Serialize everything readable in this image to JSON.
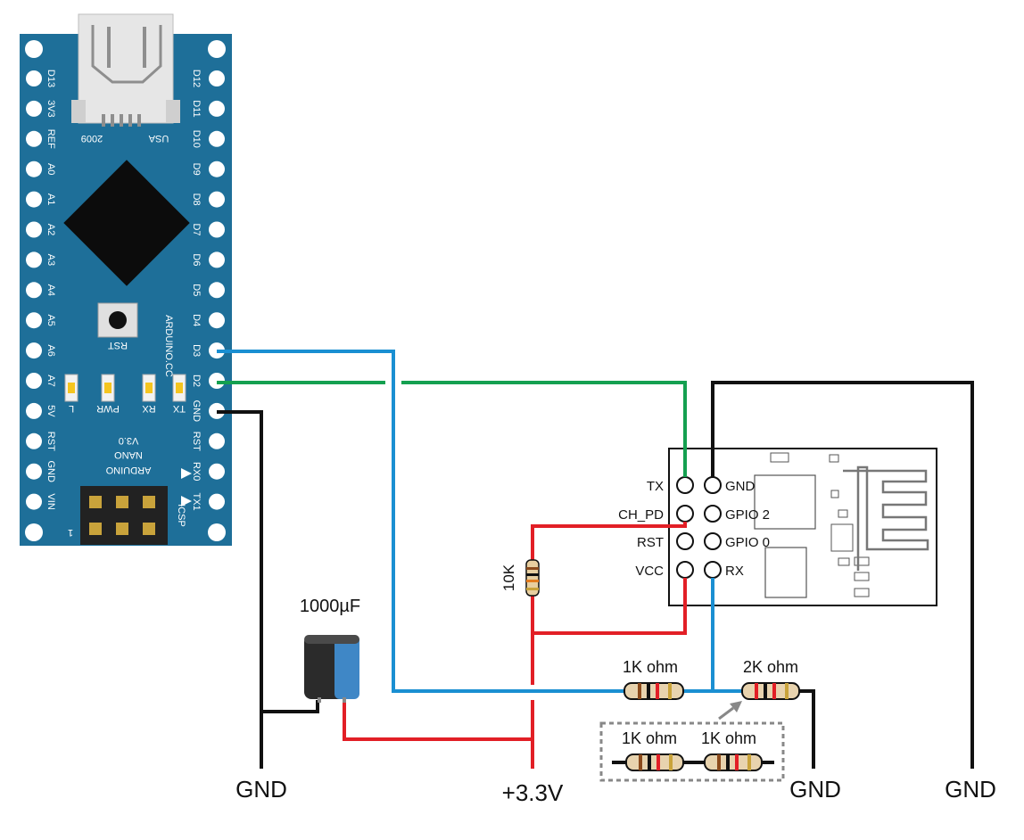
{
  "board": {
    "usb_text": "USA",
    "year_text": "2009",
    "reset_label": "RST",
    "brand_vertical": "ARDUINO.CC",
    "model_line1": "ARDUINO",
    "model_line2": "NANO",
    "model_line3": "V3.0",
    "icsp_label": "ICSP",
    "icsp_pin1": "1",
    "left_pins": [
      "D13",
      "3V3",
      "REF",
      "A0",
      "A1",
      "A2",
      "A3",
      "A4",
      "A5",
      "A6",
      "A7",
      "5V",
      "RST",
      "GND",
      "VIN"
    ],
    "right_pins": [
      "D12",
      "D11",
      "D10",
      "D9",
      "D8",
      "D7",
      "D6",
      "D5",
      "D4",
      "D3",
      "D2",
      "GND",
      "RST",
      "RX0",
      "TX1"
    ],
    "led_labels": [
      "L",
      "PWR",
      "RX",
      "TX"
    ]
  },
  "esp_module": {
    "left_labels": [
      "TX",
      "CH_PD",
      "RST",
      "VCC"
    ],
    "right_labels": [
      "GND",
      "GPIO 2",
      "GPIO 0",
      "RX"
    ]
  },
  "components": {
    "capacitor_label": "1000µF",
    "pullup_label": "10K",
    "r1_label": "1K ohm",
    "r2_label": "2K ohm",
    "r3_label": "1K ohm",
    "r4_label": "1K ohm"
  },
  "rails": {
    "gnd_left": "GND",
    "vcc": "+3.3V",
    "gnd_mid": "GND",
    "gnd_right": "GND"
  },
  "colors": {
    "board": "#1e6f99",
    "wire_blue": "#1a8fd2",
    "wire_green": "#14a050",
    "wire_red": "#e21f26",
    "wire_black": "#111111"
  }
}
